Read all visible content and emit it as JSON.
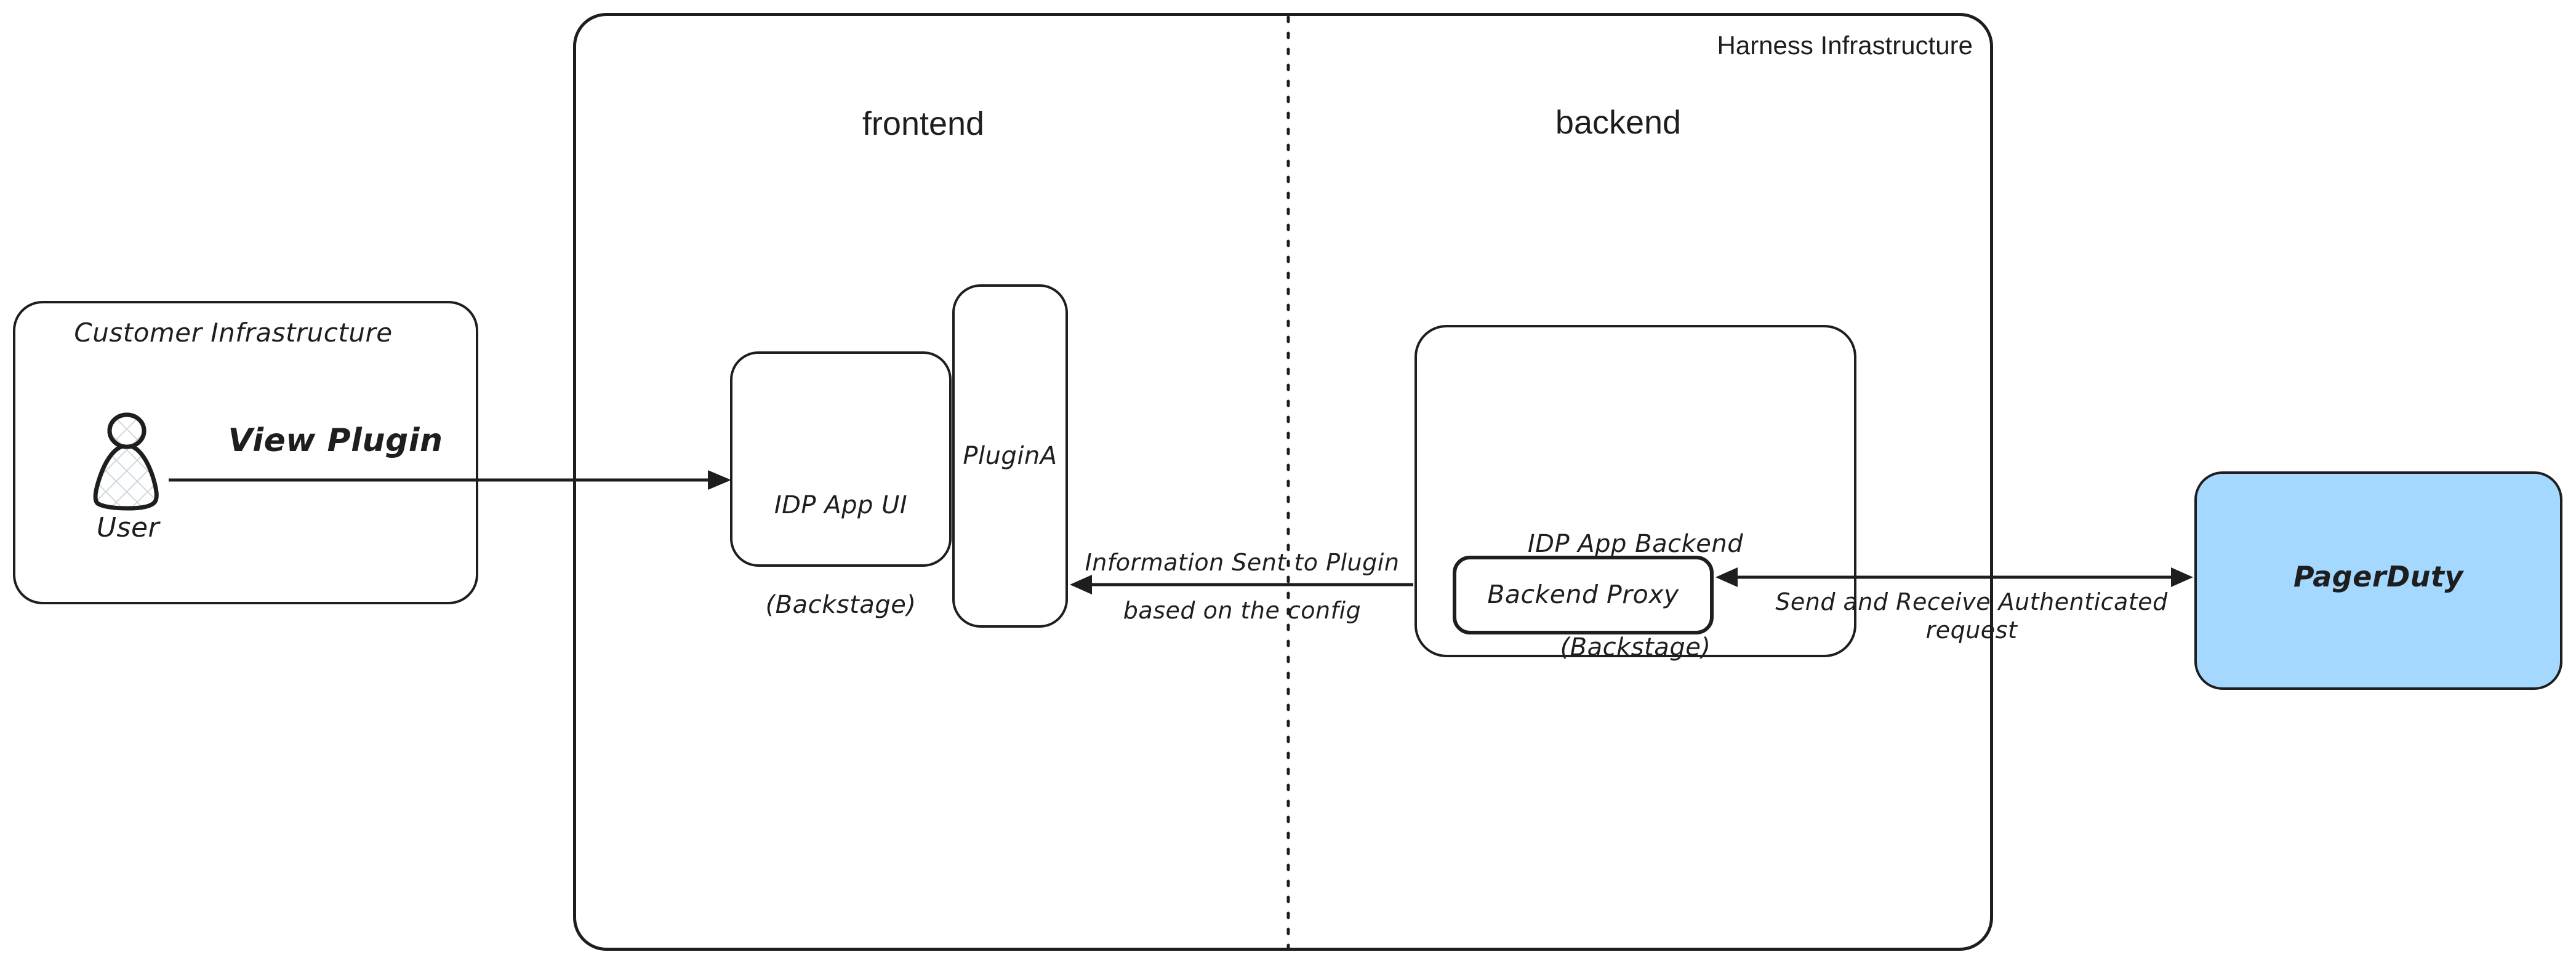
{
  "colors": {
    "stroke": "#1e1e1e",
    "background": "#ffffff",
    "pagerduty_fill": "#a5d8ff",
    "user_hatch": "#c9d5dc"
  },
  "harness": {
    "title": "Harness Infrastructure",
    "frontend_label": "frontend",
    "backend_label": "backend"
  },
  "customer": {
    "title": "Customer Infrastructure",
    "user_label": "User"
  },
  "nodes": {
    "idp_ui_line1": "IDP App UI",
    "idp_ui_line2": "(Backstage)",
    "plugin_a": "PluginA",
    "idp_backend_line1": "IDP App Backend",
    "idp_backend_line2": "(Backstage)",
    "backend_proxy": "Backend Proxy",
    "pagerduty": "PagerDuty"
  },
  "edges": {
    "view_plugin": "View Plugin",
    "info_sent_line1": "Information Sent to Plugin",
    "info_sent_line2": "based on the config",
    "send_receive_line1": "Send and Receive Authenticated",
    "send_receive_line2": "request"
  }
}
